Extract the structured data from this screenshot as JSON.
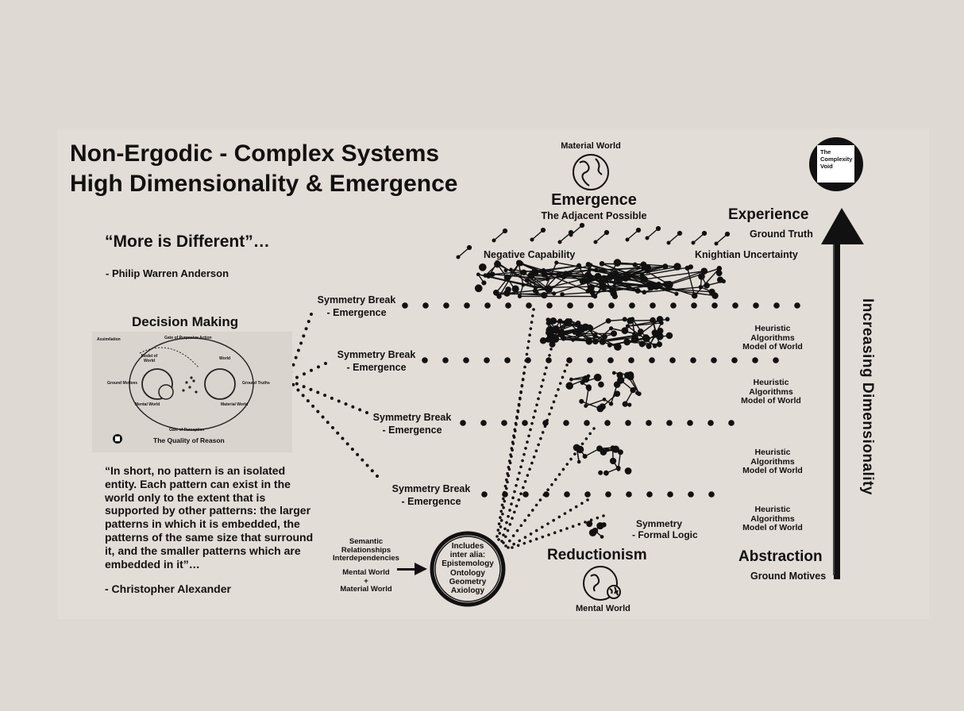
{
  "title": {
    "line1": "Non-Ergodic - Complex Systems",
    "line2": "High Dimensionality & Emergence"
  },
  "logo": {
    "text_line1": "The",
    "text_line2": "Complexity",
    "text_line3": "Void"
  },
  "top": {
    "material_world": "Material World",
    "emergence": "Emergence",
    "adjacent_possible": "The Adjacent Possible",
    "negative_capability": "Negative Capability",
    "knightian": "Knightian Uncertainty"
  },
  "right": {
    "experience": "Experience",
    "ground_truth": "Ground Truth",
    "abstraction": "Abstraction",
    "ground_motives": "Ground Motives",
    "axis_label": "Increasing Dimensionality",
    "heuristic": [
      [
        "Heuristic",
        "Algorithms",
        "Model of World"
      ],
      [
        "Heuristic",
        "Algorithms",
        "Model of World"
      ],
      [
        "Heuristic",
        "Algorithms",
        "Model of World"
      ],
      [
        "Heuristic",
        "Algorithms",
        "Model of World"
      ]
    ]
  },
  "quote1": {
    "text": "“More is Different”…",
    "author": "- Philip Warren Anderson"
  },
  "decision": {
    "title": "Decision Making",
    "caption": "The Quality of Reason",
    "labels": {
      "assimilation": "Assimilation",
      "gate_action": "Gate of Purposive Action",
      "model_of_world": "Model of World",
      "world": "World",
      "ground_motives": "Ground Motives",
      "ground_truths": "Ground Truths",
      "mental_world": "Mental World",
      "material_world": "Material World",
      "gate_perception": "Gate of Perception"
    }
  },
  "quote2": {
    "lines": [
      "“In short, no pattern is an isolated",
      "entity. Each pattern can exist in the",
      "world only to the extent that is",
      "supported by other patterns: the larger",
      "patterns in which it is embedded, the",
      "patterns of the same size that surround",
      "it, and the smaller patterns which are",
      "embedded in it”…"
    ],
    "author": "- Christopher Alexander"
  },
  "symmetry": [
    {
      "line1": "Symmetry Break",
      "line2": "- Emergence"
    },
    {
      "line1": "Symmetry Break",
      "line2": "- Emergence"
    },
    {
      "line1": "Symmetry Break",
      "line2": "- Emergence"
    },
    {
      "line1": "Symmetry Break",
      "line2": "- Emergence"
    }
  ],
  "bottom": {
    "semantic": [
      "Semantic",
      "Relationships",
      "Interdependencies"
    ],
    "mental_material": [
      "Mental World",
      "+",
      "Material World"
    ],
    "circle": [
      "Includes",
      "inter alia:",
      "Epistemology",
      "Ontology",
      "Geometry",
      "Axiology"
    ],
    "symmetry_formal": [
      "Symmetry",
      "- Formal Logic"
    ],
    "reductionism": "Reductionism",
    "mental_world": "Mental World"
  }
}
